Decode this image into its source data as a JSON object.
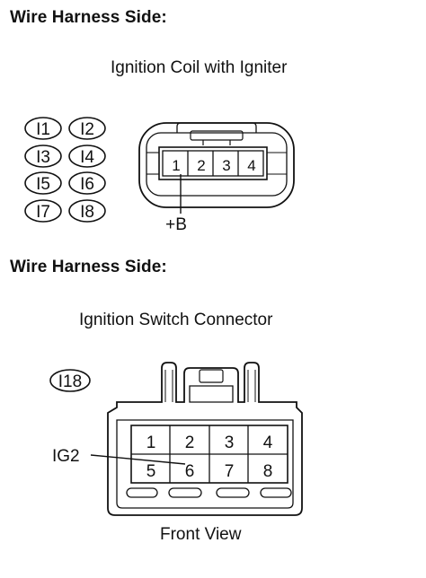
{
  "section1": {
    "heading": "Wire Harness Side:",
    "connector_title": "Ignition Coil with Igniter",
    "badges": [
      "I1",
      "I2",
      "I3",
      "I4",
      "I5",
      "I6",
      "I7",
      "I8"
    ],
    "pins": [
      "1",
      "2",
      "3",
      "4"
    ],
    "pin_label": "+B"
  },
  "section2": {
    "heading": "Wire Harness Side:",
    "connector_title": "Ignition Switch Connector",
    "badge": "I18",
    "pins_top": [
      "1",
      "2",
      "3",
      "4"
    ],
    "pins_bottom": [
      "5",
      "6",
      "7",
      "8"
    ],
    "pin_label": "IG2",
    "view_label": "Front View"
  }
}
